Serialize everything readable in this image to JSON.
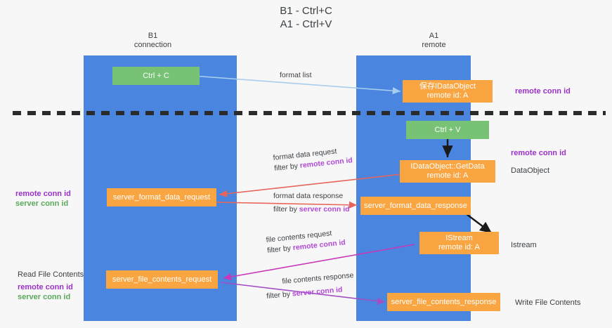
{
  "title": {
    "line1": "B1 - Ctrl+C",
    "line2": "A1 - Ctrl+V"
  },
  "lanes": [
    {
      "id": "b1",
      "header_line1": "B1",
      "header_line2": "connection",
      "color": "#4a86e0"
    },
    {
      "id": "a1",
      "header_line1": "A1",
      "header_line2": "remote",
      "color": "#4a86e0"
    }
  ],
  "nodes": {
    "ctrl_c": {
      "label": "Ctrl + C",
      "color": "#77c275"
    },
    "ctrl_v": {
      "label": "Ctrl + V",
      "color": "#77c275"
    },
    "save_idataobject": {
      "line1": "保存IDataObject",
      "line2": "remote id: A",
      "color": "#f9a541"
    },
    "getdata": {
      "line1": "IDataObject::GetData",
      "line2": "remote id: A",
      "color": "#f9a541"
    },
    "istream": {
      "line1": "IStream",
      "line2": "remote id: A",
      "color": "#f9a541"
    },
    "server_format_data_request": {
      "label": "server_format_data_request",
      "color": "#f9a541"
    },
    "server_format_data_response": {
      "label": "server_format_data_response",
      "color": "#f9a541"
    },
    "server_file_contents_request": {
      "label": "server_file_contents_request",
      "color": "#f9a541"
    },
    "server_file_contents_response": {
      "label": "server_file_contents_response",
      "color": "#f9a541"
    }
  },
  "edges": {
    "format_list": {
      "label": "format list",
      "color": "#a8cdee"
    },
    "format_data_request": {
      "line1": "format data request",
      "line2_prefix": "filter by ",
      "line2_hl": "remote conn id",
      "color": "#e8655a"
    },
    "format_data_response": {
      "line1": "format data response",
      "line2_prefix": "filter by ",
      "line2_hl": "server conn id",
      "color": "#e8655a"
    },
    "file_contents_request": {
      "line1": "file contents request",
      "line2_prefix": "filter by ",
      "line2_hl": "remote conn id",
      "color": "#c838b8"
    },
    "file_contents_response": {
      "line1": "file contents response",
      "line2_prefix": "filter by ",
      "line2_hl": "server conn id",
      "color": "#a34fc4"
    }
  },
  "annotations": {
    "right_remote_conn_id_top": "remote conn id",
    "right_remote_conn_id_mid": "remote conn id",
    "right_dataobject": "DataObject",
    "right_istream": "Istream",
    "right_write_file_contents": "Write File Contents",
    "left_remote_conn_id_mid": "remote conn id",
    "left_server_conn_id_mid": "server conn id",
    "left_read_file_contents": "Read File Contents",
    "left_remote_conn_id_bottom": "remote conn id",
    "left_server_conn_id_bottom": "server conn id"
  },
  "colors": {
    "lane": "#4a86e0",
    "node_orange": "#f9a541",
    "node_green": "#77c275",
    "divider": "#2b2b2b",
    "purple": "#9b30c8",
    "green_text": "#5aa85a",
    "background": "#f7f7f8"
  }
}
